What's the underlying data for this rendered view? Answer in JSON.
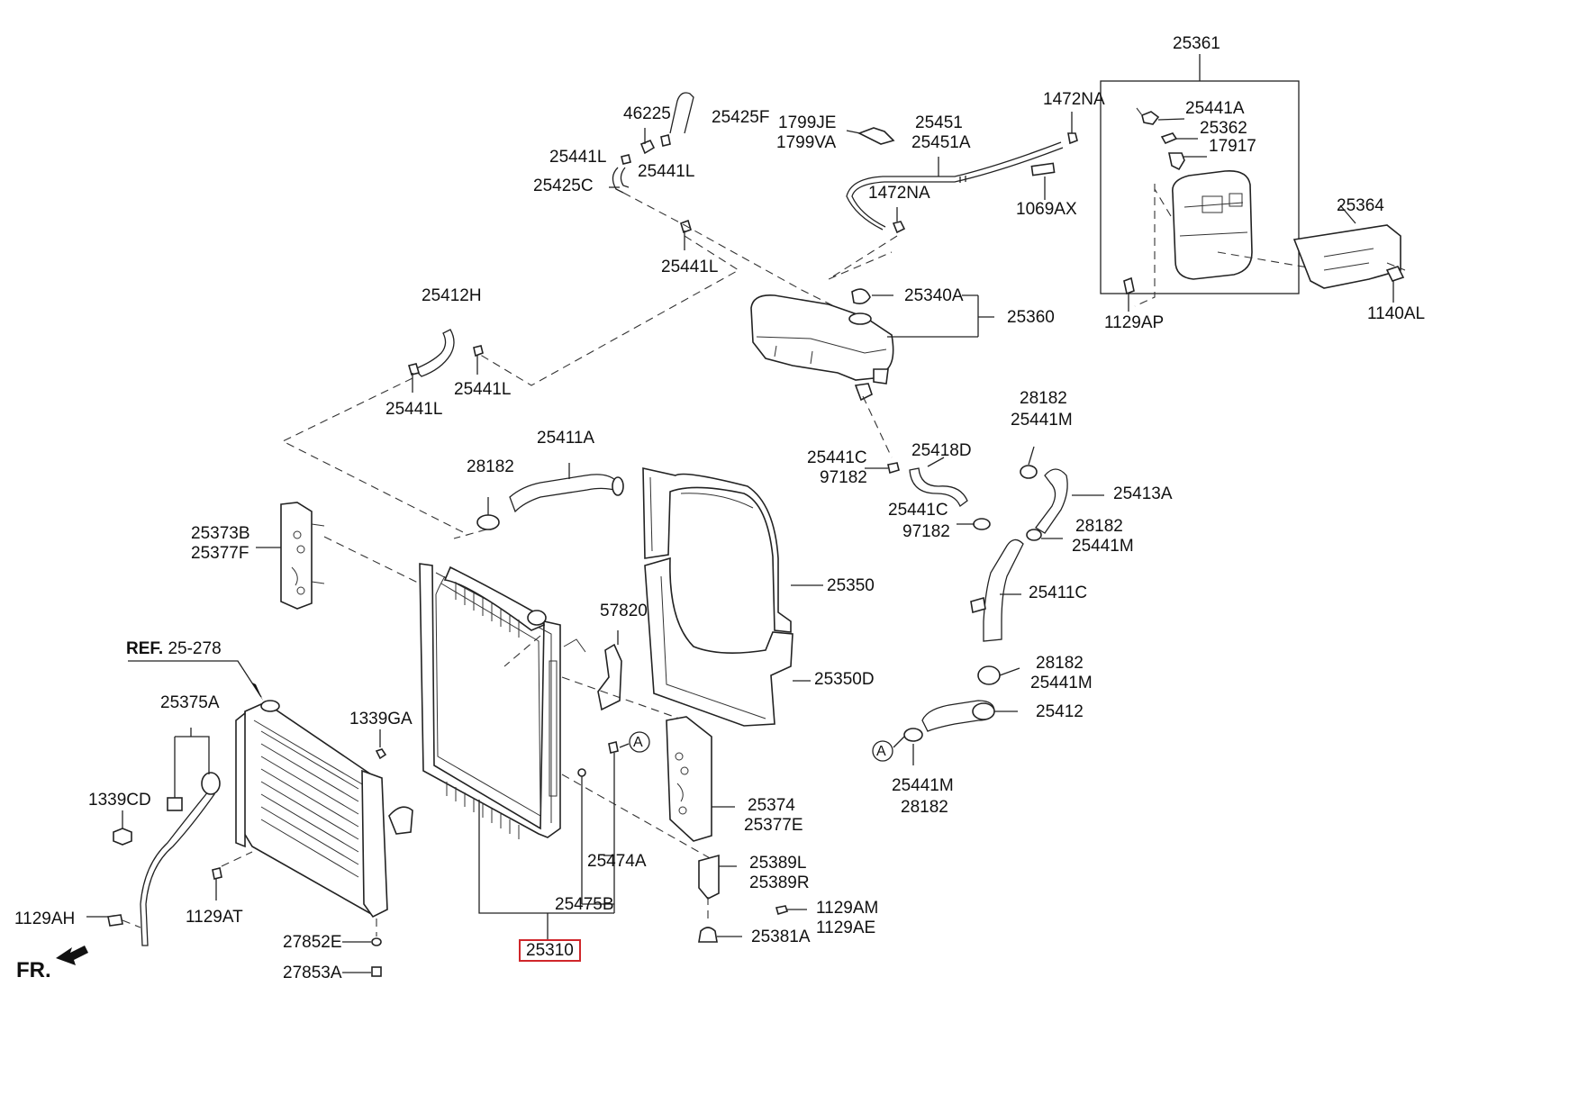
{
  "labels": {
    "p25361": "25361",
    "p1472na_top": "1472NA",
    "p25441a": "25441A",
    "p25362": "25362",
    "p17917": "17917",
    "p25364": "25364",
    "p1140al": "1140AL",
    "p1129ap": "1129AP",
    "p1069ax": "1069AX",
    "p25451": "25451",
    "p25451a": "25451A",
    "p1799je": "1799JE",
    "p1799va": "1799VA",
    "p1472na_mid": "1472NA",
    "p46225": "46225",
    "p25425f": "25425F",
    "p25441l_a": "25441L",
    "p25441l_b": "25441L",
    "p25425c": "25425C",
    "p25441l_c": "25441L",
    "p25412h": "25412H",
    "p25441l_d": "25441L",
    "p25441l_e": "25441L",
    "p25340a": "25340A",
    "p25360": "25360",
    "p28182_a": "28182",
    "p25441m_a": "25441M",
    "p25441c_a": "25441C",
    "p97182_a": "97182",
    "p25418d": "25418D",
    "p25413a": "25413A",
    "p25441c_b": "25441C",
    "p97182_b": "97182",
    "p28182_b": "28182",
    "p25441m_b": "25441M",
    "p25411a": "25411A",
    "p28182_c": "28182",
    "p25373b": "25373B",
    "p25377f": "25377F",
    "p25350": "25350",
    "p57820": "57820",
    "p25411c": "25411C",
    "p28182_d": "28182",
    "p25441m_d": "25441M",
    "p25412": "25412",
    "p25350d": "25350D",
    "ref_bold": "REF.",
    "ref_code": "25-278",
    "p25375a": "25375A",
    "p1339ga": "1339GA",
    "p1339cd": "1339CD",
    "p25374": "25374",
    "p25377e": "25377E",
    "p25441m_e": "25441M",
    "p28182_e": "28182",
    "p25474a": "25474A",
    "p25389l": "25389L",
    "p25389r": "25389R",
    "p25475b": "25475B",
    "p1129am": "1129AM",
    "p1129ae": "1129AE",
    "p1129ah": "1129AH",
    "p1129at": "1129AT",
    "p27852e": "27852E",
    "p27853a": "27853A",
    "p25381a": "25381A",
    "p25310": "25310",
    "fr": "FR.",
    "ref_a1": "A",
    "ref_a2": "A"
  },
  "colors": {
    "highlight_box": "#d0262a",
    "line": "#222222"
  },
  "icons": [
    "arrow-front-icon"
  ]
}
